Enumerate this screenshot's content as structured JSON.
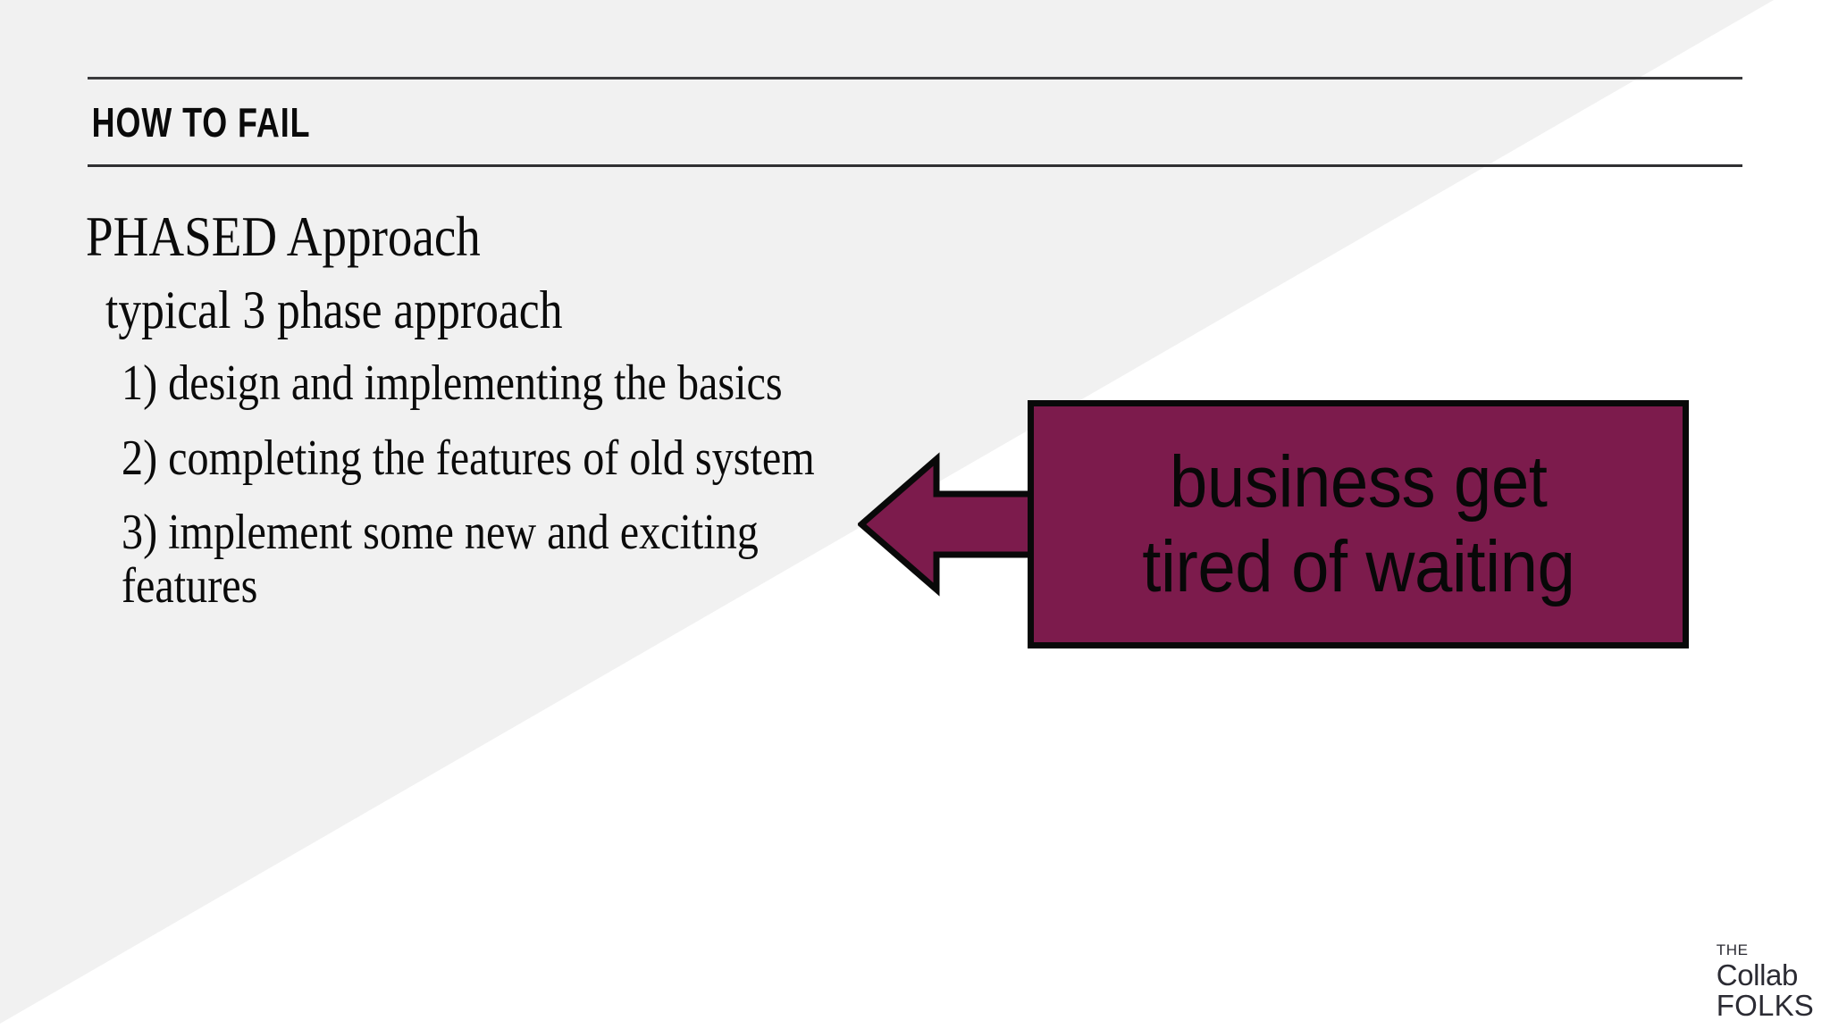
{
  "slide": {
    "header_title": "HOW TO FAIL",
    "background_color": "#ffffff",
    "wedge_color": "#f1f1f1",
    "rule_color": "#3a3a3c"
  },
  "body": {
    "heading": "PHASED Approach",
    "subheading": "typical 3 phase approach",
    "items": [
      "1) design and implementing the basics",
      "2) completing the features of old system",
      "3) implement some new and exciting features"
    ]
  },
  "callout": {
    "line1": "business get",
    "line2": "tired of waiting",
    "fill_color": "#7c1b4c",
    "border_color": "#090909",
    "text_color": "#080808",
    "arrow_direction": "left"
  },
  "logo": {
    "the": "THE",
    "collab": "Collab",
    "folks": "FOLKS"
  }
}
